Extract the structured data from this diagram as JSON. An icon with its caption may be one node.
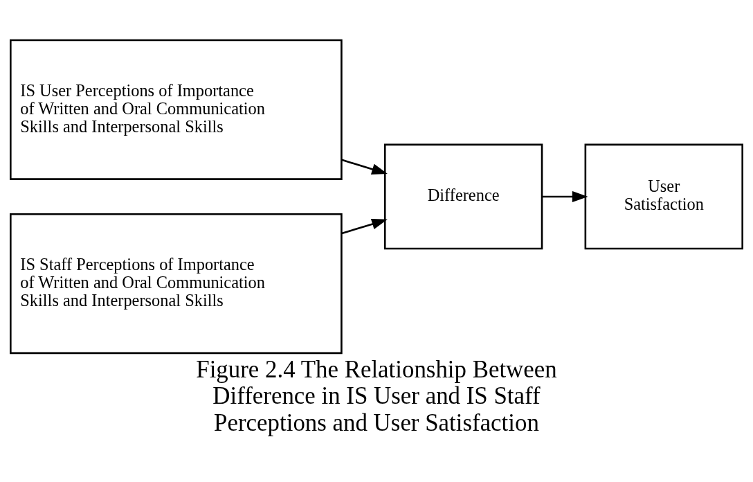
{
  "diagram": {
    "caption": "Figure 2.4 The Relationship Between Difference in IS User and IS Staff Perceptions and User Satisfaction",
    "nodes": [
      {
        "text": [
          "IS User Perceptions of Importance of Written and Oral Communication Skills and Interpersonal Skills"
        ]
      },
      {
        "text": [
          "IS Staff Perceptions of Importance of Written and Oral Communication Skills and Interpersonal Skills"
        ]
      },
      {
        "text": [
          "Difference"
        ]
      },
      {
        "text": [
          "User Satisfaction"
        ]
      }
    ],
    "edges": [
      {
        "from": 0,
        "to": 2,
        "arrow": "to"
      },
      {
        "from": 1,
        "to": 2,
        "arrow": "to"
      },
      {
        "from": 2,
        "to": 3,
        "arrow": "to"
      }
    ]
  }
}
